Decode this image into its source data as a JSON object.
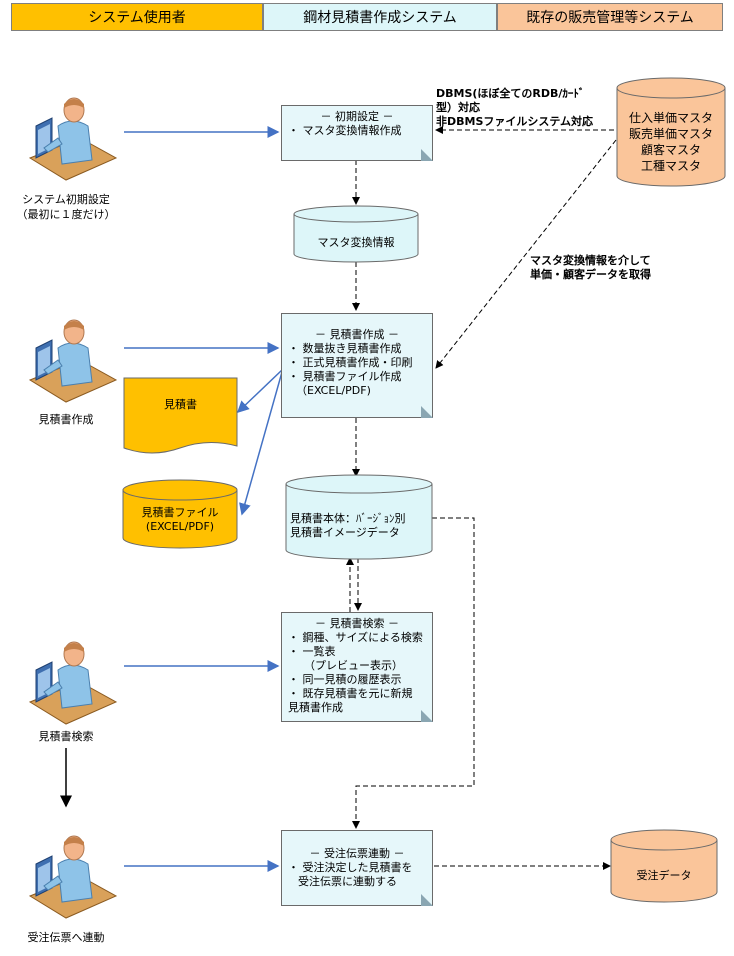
{
  "header": {
    "col1": "システム使用者",
    "col2": "鋼材見積書作成システム",
    "col3": "既存の販売管理等システム"
  },
  "colors": {
    "col1": "#ffc000",
    "col2": "#ddf6f9",
    "col3": "#fac59a",
    "accent": "#4472c4"
  },
  "actors": {
    "a1": "システム初期設定\n（最初に１度だけ）",
    "a2": "見積書作成",
    "a3": "見積書検索",
    "a4": "受注伝票へ連動"
  },
  "boxes": {
    "init": {
      "title": "－ 初期設定 －",
      "items": [
        "・ マスタ変換情報作成"
      ]
    },
    "create": {
      "title": "－ 見積書作成 －",
      "items": [
        "・ 数量抜き見積書作成",
        "・ 正式見積書作成・印刷",
        "・ 見積書ファイル作成",
        "（EXCEL/PDF)"
      ]
    },
    "search": {
      "title": "－ 見積書検索 －",
      "items": [
        "・ 鋼種、サイズによる検索",
        "・ 一覧表",
        "（プレビュー表示）",
        "・ 同一見積の履歴表示",
        "・ 既存見積書を元に新規",
        "見積書作成"
      ]
    },
    "order": {
      "title": "－ 受注伝票連動 －",
      "items": [
        "・ 受注決定した見積書を",
        "受注伝票に連動する"
      ]
    }
  },
  "stores": {
    "master_conv": "マスタ変換情報",
    "estimate_db": "見積書本体：ﾊﾞｰｼﾞｮﾝ別\n見積書イメージデータ",
    "masters": "仕入単価マスタ\n販売単価マスタ\n顧客マスタ\n工種マスタ",
    "order_data": "受注データ",
    "estimate_file": "見積書ファイル\n(EXCEL/PDF)",
    "estimate_doc": "見積書"
  },
  "notes": {
    "dbms": "DBMS(ほぼ全てのRDB/ｶｰﾄﾞ\n型）対応\n非DBMSファイルシステム対応",
    "conv": "マスタ変換情報を介して\n単価・顧客データを取得"
  },
  "icons": {
    "user": "user-at-computer-icon"
  }
}
